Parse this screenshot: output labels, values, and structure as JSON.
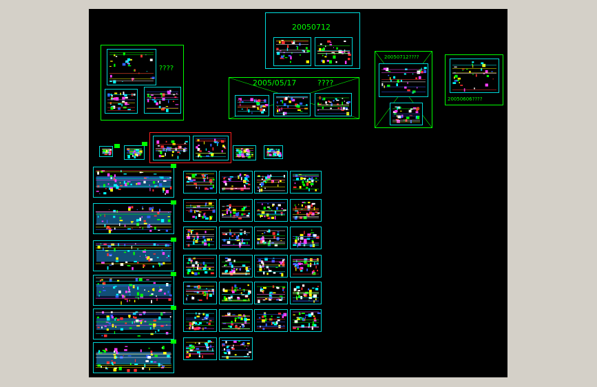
{
  "labels": {
    "title_0712": "20050712",
    "title_0517": "2005/05/17",
    "q_0517": "????",
    "q_left": "????",
    "title_07122": "20050712????",
    "title_0606": "20050606????"
  },
  "colors": {
    "background": "#000000",
    "cyan": "#00e0e0",
    "green": "#00ff00",
    "red": "#ff2020",
    "white": "#e0e0e0",
    "chrome": "#d4d0c8"
  }
}
